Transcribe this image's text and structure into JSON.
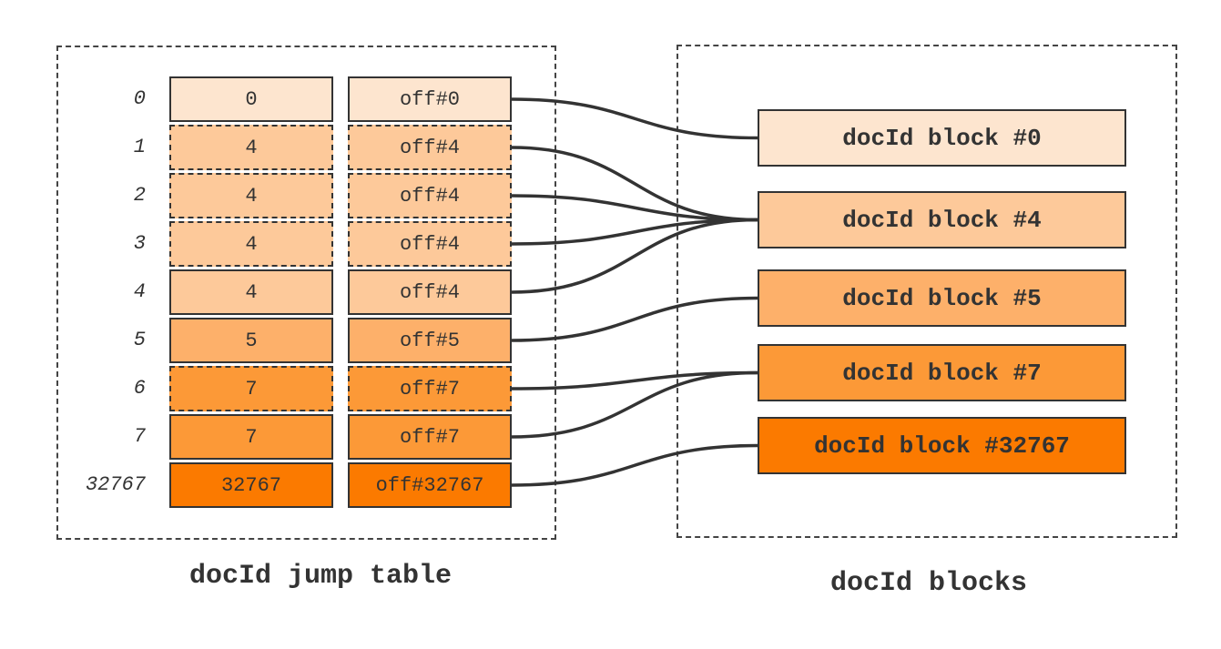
{
  "jump_table": {
    "caption": "docId jump table",
    "rows": [
      {
        "index": "0",
        "docid": "0",
        "offset": "off#0",
        "color": "#fde5cf",
        "dashed": false
      },
      {
        "index": "1",
        "docid": "4",
        "offset": "off#4",
        "color": "#fdc99a",
        "dashed": true
      },
      {
        "index": "2",
        "docid": "4",
        "offset": "off#4",
        "color": "#fdc99a",
        "dashed": true
      },
      {
        "index": "3",
        "docid": "4",
        "offset": "off#4",
        "color": "#fdc99a",
        "dashed": true
      },
      {
        "index": "4",
        "docid": "4",
        "offset": "off#4",
        "color": "#fdc99a",
        "dashed": false
      },
      {
        "index": "5",
        "docid": "5",
        "offset": "off#5",
        "color": "#fdb06a",
        "dashed": false
      },
      {
        "index": "6",
        "docid": "7",
        "offset": "off#7",
        "color": "#fc9937",
        "dashed": true
      },
      {
        "index": "7",
        "docid": "7",
        "offset": "off#7",
        "color": "#fc9937",
        "dashed": false
      },
      {
        "index": "32767",
        "docid": "32767",
        "offset": "off#32767",
        "color": "#fb7a00",
        "dashed": false
      }
    ]
  },
  "blocks": {
    "caption": "docId blocks",
    "items": [
      {
        "label": "docId block #0",
        "color": "#fde5cf"
      },
      {
        "label": "docId block #4",
        "color": "#fdc99a"
      },
      {
        "label": "docId block #5",
        "color": "#fdb06a"
      },
      {
        "label": "docId block #7",
        "color": "#fc9937"
      },
      {
        "label": "docId block #32767",
        "color": "#fb7a00"
      }
    ]
  },
  "links": [
    {
      "from_row": 0,
      "to_block": 0
    },
    {
      "from_row": 1,
      "to_block": 1
    },
    {
      "from_row": 2,
      "to_block": 1
    },
    {
      "from_row": 3,
      "to_block": 1
    },
    {
      "from_row": 4,
      "to_block": 1
    },
    {
      "from_row": 5,
      "to_block": 2
    },
    {
      "from_row": 6,
      "to_block": 3
    },
    {
      "from_row": 7,
      "to_block": 3
    },
    {
      "from_row": 8,
      "to_block": 4
    }
  ],
  "style": {
    "line_color": "#333333",
    "border_color": "#333333"
  }
}
